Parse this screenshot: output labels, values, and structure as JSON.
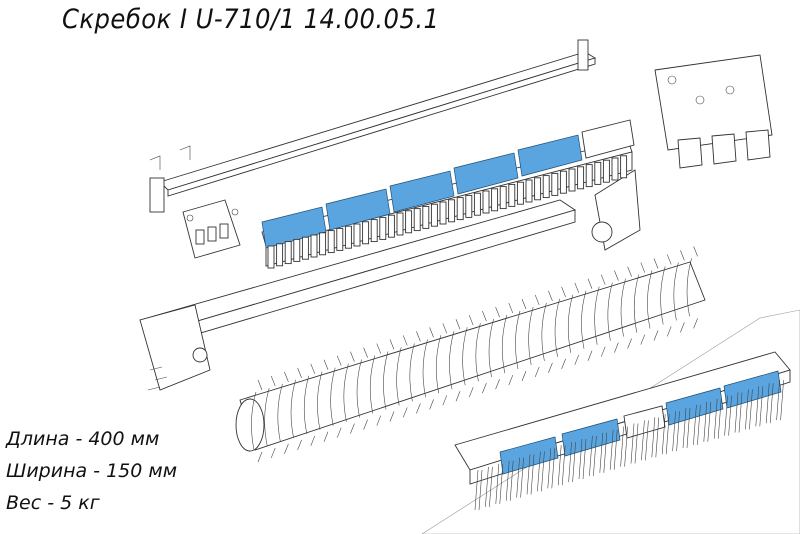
{
  "title": "Скребок I U-710/1 14.00.05.1",
  "specs": {
    "length": "Длина - 400 мм",
    "width": "Ширина - 150 мм",
    "weight": "Вес - 5 кг"
  },
  "colors": {
    "highlight": "#5aa5df",
    "line": "#333333"
  }
}
